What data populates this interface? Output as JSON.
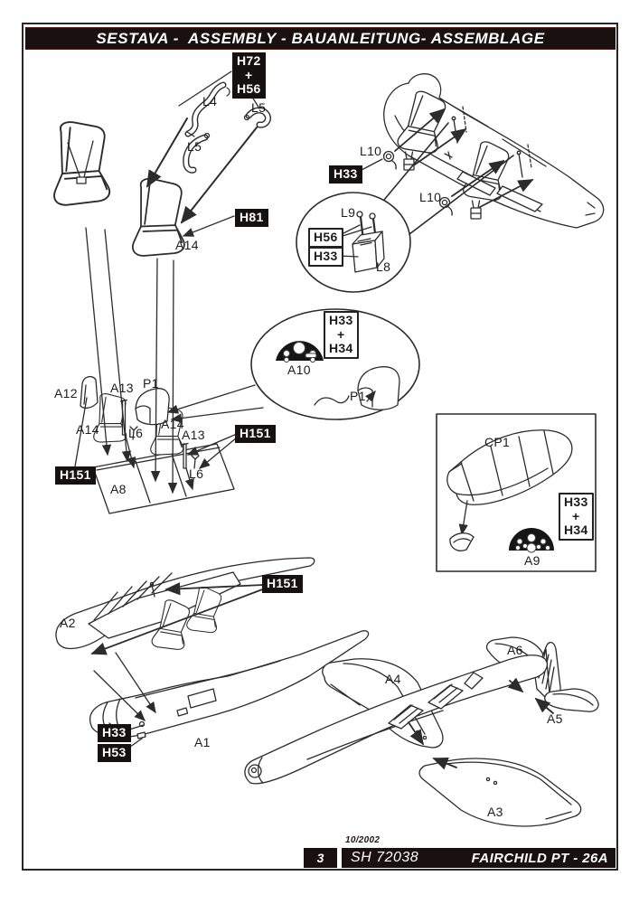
{
  "page": {
    "header_title": "SESTAVA -  ASSEMBLY - BAUANLEITUNG- ASSEMBLAGE",
    "footer": {
      "page_number": "3",
      "date": "10/2002",
      "kit_number": "SH 72038",
      "aircraft_name": "FAIRCHILD PT - 26A"
    },
    "colors": {
      "bar_background": "#191110",
      "line_ink": "#2c2c2c",
      "panel_black": "#161616",
      "label_box_black": "#171010"
    }
  },
  "callouts": {
    "plain": [
      {
        "id": "L4",
        "text": "L4"
      },
      {
        "id": "L5-upper",
        "text": "L5"
      },
      {
        "id": "L5-mid",
        "text": "L5"
      },
      {
        "id": "A14-seat",
        "text": "A14"
      },
      {
        "id": "L10-front",
        "text": "L10"
      },
      {
        "id": "L10-rear",
        "text": "L10"
      },
      {
        "id": "L9",
        "text": "L9"
      },
      {
        "id": "L8",
        "text": "L8"
      },
      {
        "id": "A10",
        "text": "A10"
      },
      {
        "id": "P1-detail",
        "text": "P1"
      },
      {
        "id": "A12",
        "text": "A12"
      },
      {
        "id": "A13-front",
        "text": "A13"
      },
      {
        "id": "P1-floor",
        "text": "P1"
      },
      {
        "id": "A14-floor-front",
        "text": "A14"
      },
      {
        "id": "L6-front",
        "text": "L6"
      },
      {
        "id": "A14-floor-rear",
        "text": "A14"
      },
      {
        "id": "A13-rear",
        "text": "A13"
      },
      {
        "id": "L6-rear",
        "text": "L6"
      },
      {
        "id": "A8",
        "text": "A8"
      },
      {
        "id": "CP1",
        "text": "CP1"
      },
      {
        "id": "A9",
        "text": "A9"
      },
      {
        "id": "A2",
        "text": "A2"
      },
      {
        "id": "A1",
        "text": "A1"
      },
      {
        "id": "A4",
        "text": "A4"
      },
      {
        "id": "A6",
        "text": "A6"
      },
      {
        "id": "A5",
        "text": "A5"
      },
      {
        "id": "A3",
        "text": "A3"
      }
    ],
    "black_boxes": [
      {
        "id": "H72-H56",
        "text": "H72\n+\nH56"
      },
      {
        "id": "H81",
        "text": "H81"
      },
      {
        "id": "H33-top",
        "text": "H33"
      },
      {
        "id": "H151-floor-right",
        "text": "H151"
      },
      {
        "id": "H151-floor-left",
        "text": "H151"
      },
      {
        "id": "H151-center",
        "text": "H151"
      },
      {
        "id": "H33-nose",
        "text": "H33"
      },
      {
        "id": "H53",
        "text": "H53"
      }
    ],
    "outline_boxes": [
      {
        "id": "H56-detail",
        "text": "H56"
      },
      {
        "id": "H33-detail",
        "text": "H33"
      },
      {
        "id": "H33-H34-panel",
        "text": "H33\n+\nH34"
      },
      {
        "id": "H33-H34-canopy",
        "text": "H33\n+\nH34"
      }
    ]
  }
}
